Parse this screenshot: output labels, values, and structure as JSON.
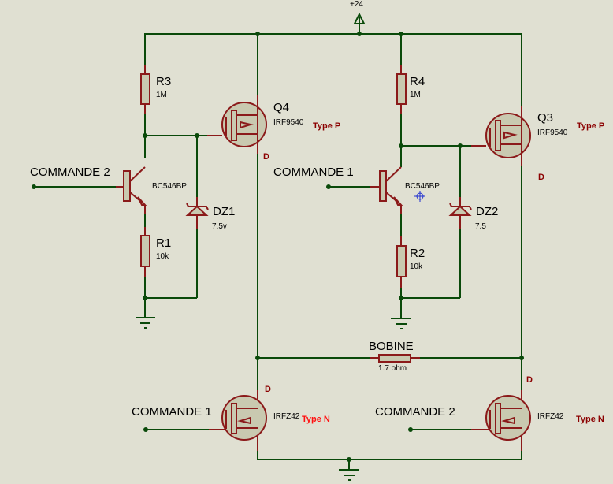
{
  "supply": {
    "label": "+24"
  },
  "components": {
    "R3": {
      "name": "R3",
      "value": "1M"
    },
    "R4": {
      "name": "R4",
      "value": "1M"
    },
    "R1": {
      "name": "R1",
      "value": "10k"
    },
    "R2": {
      "name": "R2",
      "value": "10k"
    },
    "DZ1": {
      "name": "DZ1",
      "value": "7.5v"
    },
    "DZ2": {
      "name": "DZ2",
      "value": "7.5"
    },
    "Q4": {
      "name": "Q4",
      "part": "IRF9540",
      "type": "Type P",
      "pin": "D"
    },
    "Q3": {
      "name": "Q3",
      "part": "IRF9540",
      "type": "Type P",
      "pin": "D"
    },
    "T1": {
      "part": "BC546BP"
    },
    "T2": {
      "part": "BC546BP"
    },
    "QN1": {
      "part": "IRFZ42",
      "type": "Type N",
      "pin": "D"
    },
    "QN2": {
      "part": "IRFZ42",
      "type": "Type N",
      "pin": "D"
    },
    "BOBINE": {
      "name": "BOBINE",
      "value": "1.7 ohm"
    }
  },
  "inputs": {
    "cmd_left_top": "COMMANDE  2",
    "cmd_mid_top": "COMMANDE  1",
    "cmd_left_bottom": "COMMANDE  1",
    "cmd_right_bottom": "COMMANDE  2"
  },
  "colors": {
    "wire": "#0a4a0a",
    "component": "#8b1a1a",
    "background": "#e0e0d2",
    "type_n_highlight": "#ff1010"
  }
}
